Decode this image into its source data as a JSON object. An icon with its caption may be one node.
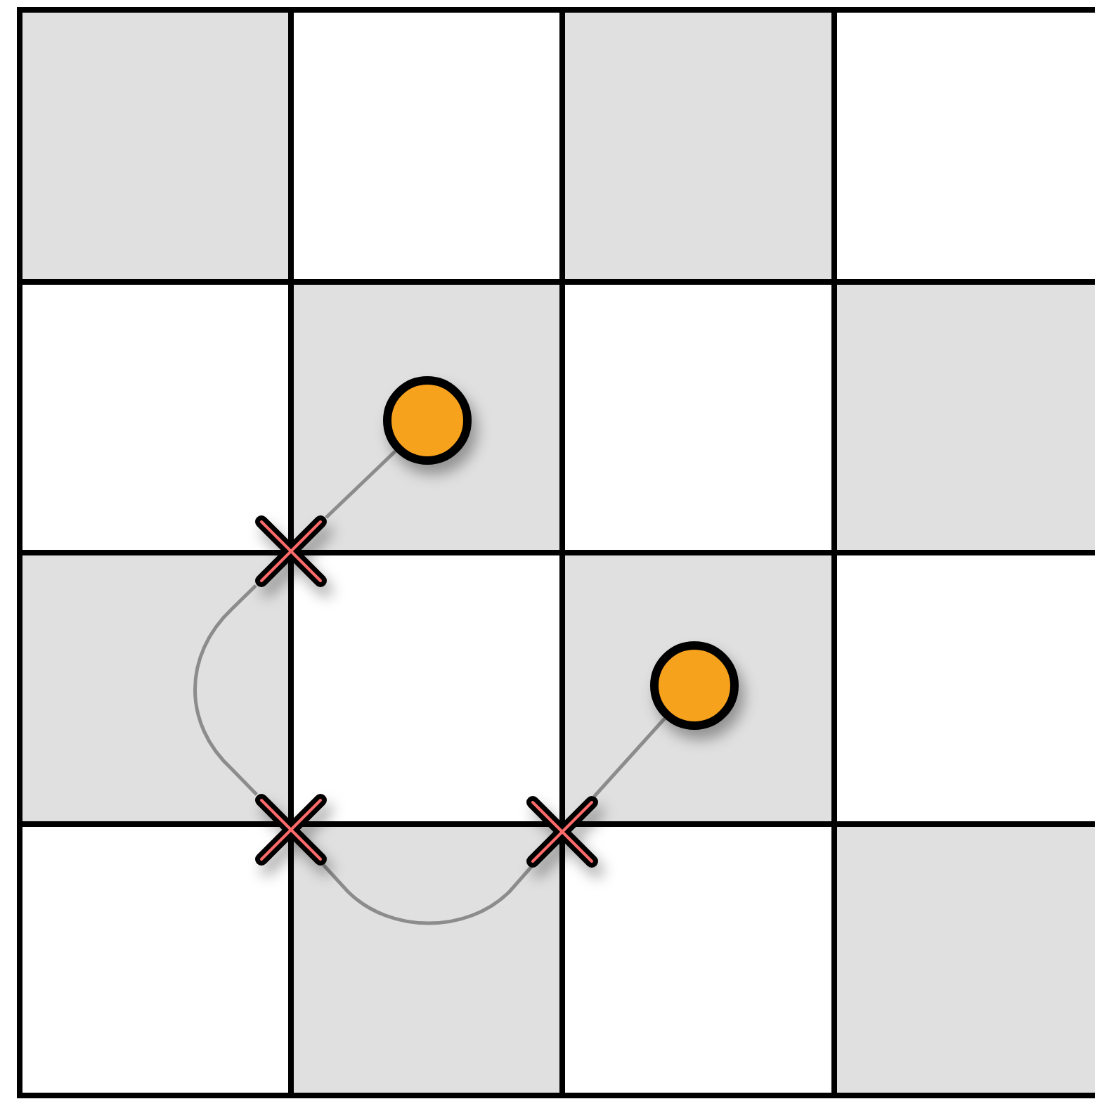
{
  "diagram": {
    "nodes": [
      {
        "text": [],
        "shape": "circle"
      },
      {
        "text": [],
        "shape": "cross"
      },
      {
        "text": [],
        "shape": "cross"
      },
      {
        "text": [],
        "shape": "cross"
      },
      {
        "text": [],
        "shape": "circle"
      }
    ],
    "edges": [
      {
        "from": 0,
        "to": 1,
        "arrow": "none"
      },
      {
        "from": 1,
        "to": 2,
        "arrow": "none"
      },
      {
        "from": 2,
        "to": 3,
        "arrow": "none"
      },
      {
        "from": 3,
        "to": 4,
        "arrow": "none"
      }
    ]
  }
}
